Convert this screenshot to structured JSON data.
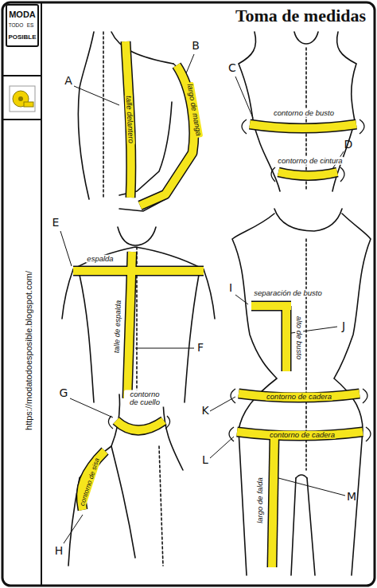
{
  "diagram": {
    "title": "Toma de medidas",
    "labels": [
      "A",
      "B",
      "C",
      "D",
      "E",
      "F",
      "G",
      "H",
      "I",
      "J",
      "K",
      "L",
      "M",
      "talle delantero",
      "largo de manga",
      "contorno de busto",
      "contorno de cintura",
      "espalda",
      "talle de espalda",
      "contorno de cuello",
      "contorno de sisa",
      "separación de busto",
      "alto de busto",
      "contorno de cadera",
      "contorno de cadera",
      "largo de falda",
      "https://modatodoesposible.blogspot.com/",
      "MODA",
      "TODO",
      "ES",
      "POSIBLE"
    ]
  }
}
